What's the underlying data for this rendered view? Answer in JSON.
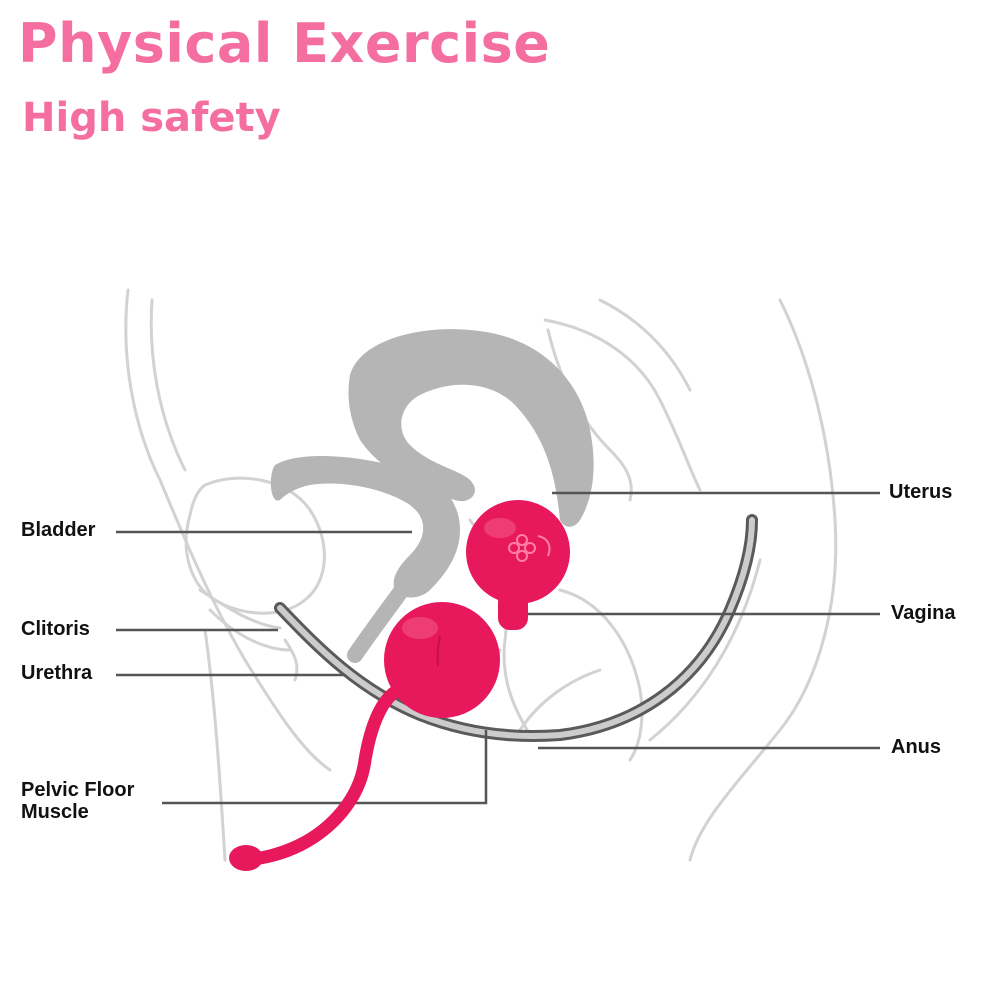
{
  "header": {
    "title": "Physical Exercise",
    "subtitle": "High safety"
  },
  "labels": {
    "bladder": "Bladder",
    "clitoris": "Clitoris",
    "urethra": "Urethra",
    "pelvic_floor_line1": "Pelvic Floor",
    "pelvic_floor_line2": "Muscle",
    "uterus": "Uterus",
    "vagina": "Vagina",
    "anus": "Anus"
  },
  "colors": {
    "headline": "#f46ea0",
    "product": "#e8185c",
    "organ_fill": "#b5b5b5",
    "outline": "#cfcfcf",
    "leader": "#555555"
  }
}
